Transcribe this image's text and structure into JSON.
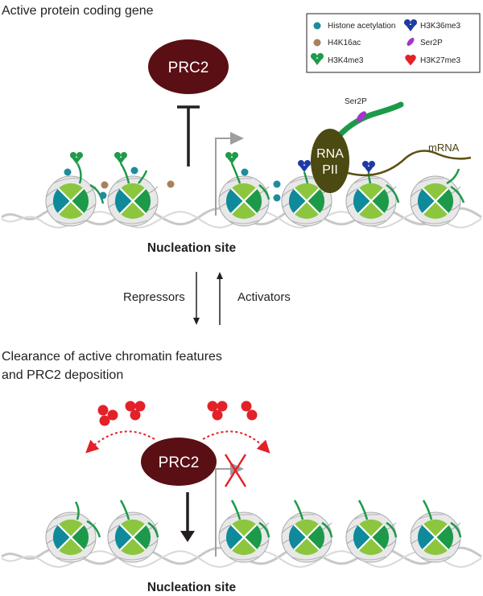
{
  "top_panel": {
    "title": "Active protein coding gene",
    "prc2_label": "PRC2",
    "rna_pol_line1": "RNA",
    "rna_pol_line2": "PII",
    "ser2p_label": "Ser2P",
    "mrna_label": "mRNA",
    "nucleation_label": "Nucleation site"
  },
  "transition": {
    "repressors_label": "Repressors",
    "activators_label": "Activators"
  },
  "bottom_panel": {
    "title_line1": "Clearance of active chromatin features",
    "title_line2": "and PRC2 deposition",
    "prc2_label": "PRC2",
    "nucleation_label": "Nucleation site"
  },
  "legend": {
    "items": [
      {
        "label": "Histone acetylation",
        "color": "#1e8c9a",
        "icon": "acetylation-icon"
      },
      {
        "label": "H3K36me3",
        "color": "#1f3aa6",
        "icon": "h3k36me3-icon"
      },
      {
        "label": "H4K16ac",
        "color": "#a9805a",
        "icon": "h4k16ac-icon"
      },
      {
        "label": "Ser2P",
        "color": "#a335c9",
        "icon": "ser2p-icon"
      },
      {
        "label": "H3K4me3",
        "color": "#1f9b4a",
        "icon": "h3k4me3-icon"
      },
      {
        "label": "H3K27me3",
        "color": "#e32129",
        "icon": "h3k27me3-icon"
      }
    ]
  },
  "colors": {
    "prc2": "#5a0f14",
    "rna_pol": "#4a4a12",
    "h3k27me3": "#e32129",
    "green_dark": "#1c9a4a",
    "green_light": "#8cc63f",
    "teal": "#0f8a9a",
    "dna_gray": "#c8c8c8"
  }
}
